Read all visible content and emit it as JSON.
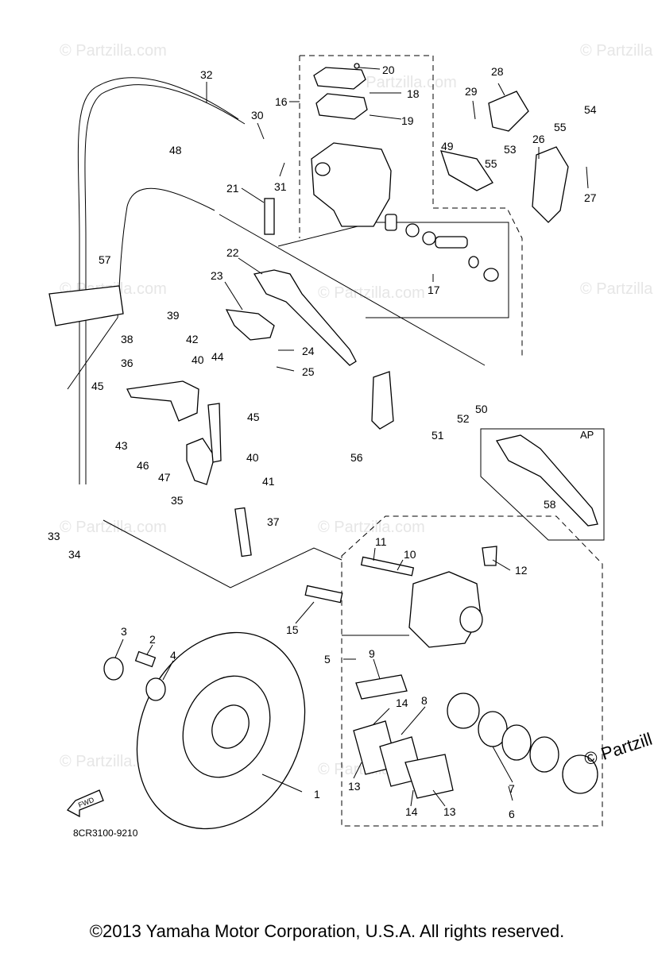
{
  "diagram": {
    "code": "8CR3100-9210",
    "variant_label": "AP",
    "copyright": "©2013 Yamaha Motor Corporation, U.S.A. All rights reserved.",
    "watermark": "© Partzilla.com",
    "watermark_big": "© Partzill",
    "fwd_label": "FWD"
  },
  "callouts": [
    {
      "n": "1"
    },
    {
      "n": "2"
    },
    {
      "n": "3"
    },
    {
      "n": "4"
    },
    {
      "n": "5"
    },
    {
      "n": "6"
    },
    {
      "n": "7"
    },
    {
      "n": "8"
    },
    {
      "n": "9"
    },
    {
      "n": "10"
    },
    {
      "n": "11"
    },
    {
      "n": "12"
    },
    {
      "n": "13"
    },
    {
      "n": "13"
    },
    {
      "n": "14"
    },
    {
      "n": "14"
    },
    {
      "n": "15"
    },
    {
      "n": "16"
    },
    {
      "n": "17"
    },
    {
      "n": "18"
    },
    {
      "n": "19"
    },
    {
      "n": "20"
    },
    {
      "n": "21"
    },
    {
      "n": "22"
    },
    {
      "n": "23"
    },
    {
      "n": "24"
    },
    {
      "n": "25"
    },
    {
      "n": "26"
    },
    {
      "n": "27"
    },
    {
      "n": "28"
    },
    {
      "n": "29"
    },
    {
      "n": "30"
    },
    {
      "n": "31"
    },
    {
      "n": "32"
    },
    {
      "n": "33"
    },
    {
      "n": "34"
    },
    {
      "n": "35"
    },
    {
      "n": "36"
    },
    {
      "n": "37"
    },
    {
      "n": "38"
    },
    {
      "n": "39"
    },
    {
      "n": "40"
    },
    {
      "n": "40"
    },
    {
      "n": "41"
    },
    {
      "n": "42"
    },
    {
      "n": "43"
    },
    {
      "n": "44"
    },
    {
      "n": "45"
    },
    {
      "n": "45"
    },
    {
      "n": "46"
    },
    {
      "n": "47"
    },
    {
      "n": "48"
    },
    {
      "n": "49"
    },
    {
      "n": "50"
    },
    {
      "n": "51"
    },
    {
      "n": "52"
    },
    {
      "n": "53"
    },
    {
      "n": "54"
    },
    {
      "n": "55"
    },
    {
      "n": "55"
    },
    {
      "n": "56"
    },
    {
      "n": "57"
    },
    {
      "n": "58"
    }
  ]
}
